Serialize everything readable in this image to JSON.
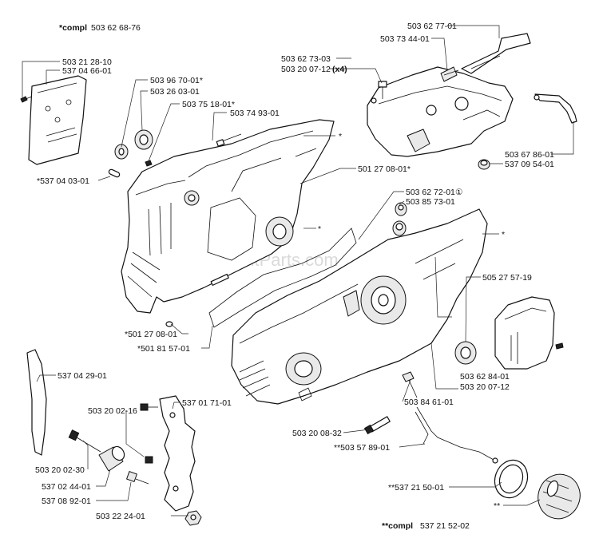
{
  "watermark": "ReplacementParts.com",
  "labels": {
    "compl_top_prefix": "*compl",
    "compl_top_num": "503 62 68-76",
    "l_503212810": "503 21 28-10",
    "l_537046601": "537 04 66-01",
    "l_503967001": "503 96 70-01*",
    "l_503260301": "503 26 03-01",
    "l_503751801": "503 75 18-01*",
    "l_503749301": "503 74 93-01",
    "l_537040301": "*537 04 03-01",
    "l_503627703": "503 62 73-03",
    "l_503200712x4": "503 20 07-12",
    "x4": "(x4)",
    "l_503734401": "503 73 44-01",
    "l_503627701": "503 62 77-01",
    "l_503678601": "503 67 86-01",
    "l_537095401": "537 09 54-01",
    "l_501270801a": "501 27 08-01*",
    "l_503627201": "503 62 72-01",
    "circ1": "①",
    "l_503857301": "503 85 73-01",
    "l_505275719": "505 27 57-19",
    "l_501270801b": "*501 27 08-01",
    "l_501815701": "*501 81 57-01",
    "l_503628401": "503 62 84-01",
    "l_503200712": "503 20 07-12",
    "l_537042901": "537 04 29-01",
    "l_537017101": "537 01 71-01",
    "l_503200216": "503 20 02-16",
    "l_503846101": "503 84 61-01",
    "l_503200832": "503 20 08-32",
    "l_503578901": "**503 57 89-01",
    "l_503200230": "503 20 02-30",
    "l_537024401": "537 02 44-01",
    "l_537089201": "537 08 92-01",
    "l_503222401": "503 22 24-01",
    "l_537215001": "**537 21 50-01",
    "dstar": "**",
    "compl_bot_prefix": "**compl",
    "compl_bot_num": "537 21 52-02",
    "star": "*"
  }
}
